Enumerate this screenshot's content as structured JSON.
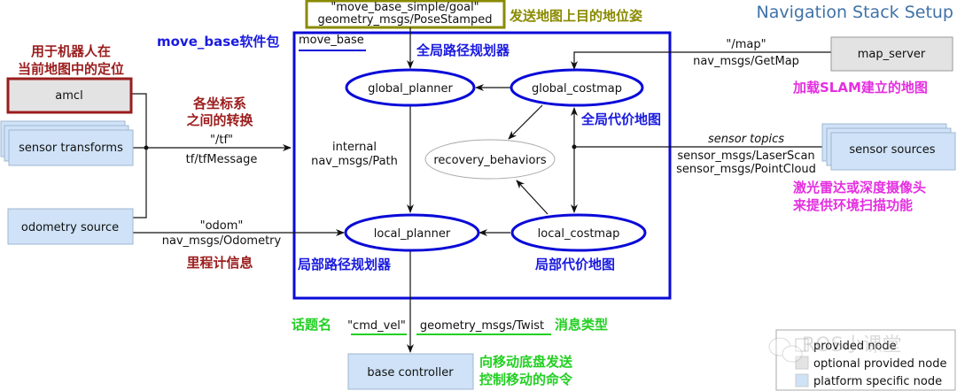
{
  "title": "Navigation Stack Setup",
  "colors": {
    "title": "#3f72a8",
    "move_base_border": "#0a0ad8",
    "annotation_red": "#9b1c1c",
    "annotation_blue": "#1a1ae0",
    "annotation_magenta": "#e52fe0",
    "annotation_green": "#22d022",
    "annotation_olive": "#8a8a00",
    "provided_fill": "#ffffff",
    "optional_fill": "#e3e3e3",
    "platform_fill": "#cfe2f7"
  },
  "goal": {
    "line1": "\"move_base_simple/goal\"",
    "line2": "geometry_msgs/PoseStamped",
    "annotation": "发送地图上目的地位姿"
  },
  "move_base": {
    "label": "move_base",
    "annotation": "move_base软件包"
  },
  "nodes": {
    "amcl": "amcl",
    "sensor_transforms": "sensor transforms",
    "odometry_source": "odometry source",
    "map_server": "map_server",
    "sensor_sources": "sensor sources",
    "base_controller": "base controller",
    "global_planner": "global_planner",
    "global_costmap": "global_costmap",
    "recovery_behaviors": "recovery_behaviors",
    "local_planner": "local_planner",
    "local_costmap": "local_costmap"
  },
  "edges": {
    "tf_topic": "\"/tf\"",
    "tf_type": "tf/tfMessage",
    "odom_topic": "\"odom\"",
    "odom_type": "nav_msgs/Odometry",
    "map_topic": "\"/map\"",
    "map_type": "nav_msgs/GetMap",
    "sensor_topic": "sensor topics",
    "sensor_type1": "sensor_msgs/LaserScan",
    "sensor_type2": "sensor_msgs/PointCloud",
    "internal_1": "internal",
    "internal_2": "nav_msgs/Path",
    "cmd_topic": "\"cmd_vel\"",
    "cmd_type": "geometry_msgs/Twist"
  },
  "annotations": {
    "amcl_1": "用于机器人在",
    "amcl_2": "当前地图中的定位",
    "tf_1": "各坐标系",
    "tf_2": "之间的转换",
    "odom": "里程计信息",
    "global_planner": "全局路径规划器",
    "global_costmap": "全局代价地图",
    "local_planner": "局部路径规划器",
    "local_costmap": "局部代价地图",
    "map_server": "加载SLAM建立的地图",
    "sensor_1": "激光雷达或深度摄像头",
    "sensor_2": "来提供环境扫描功能",
    "topic_name": "话题名",
    "msg_type": "消息类型",
    "base_1": "向移动底盘发送",
    "base_2": "控制移动的命令"
  },
  "legend": {
    "provided": "provided node",
    "optional": "optional provided node",
    "platform": "platform specific node"
  },
  "watermark": "ROS小课堂"
}
